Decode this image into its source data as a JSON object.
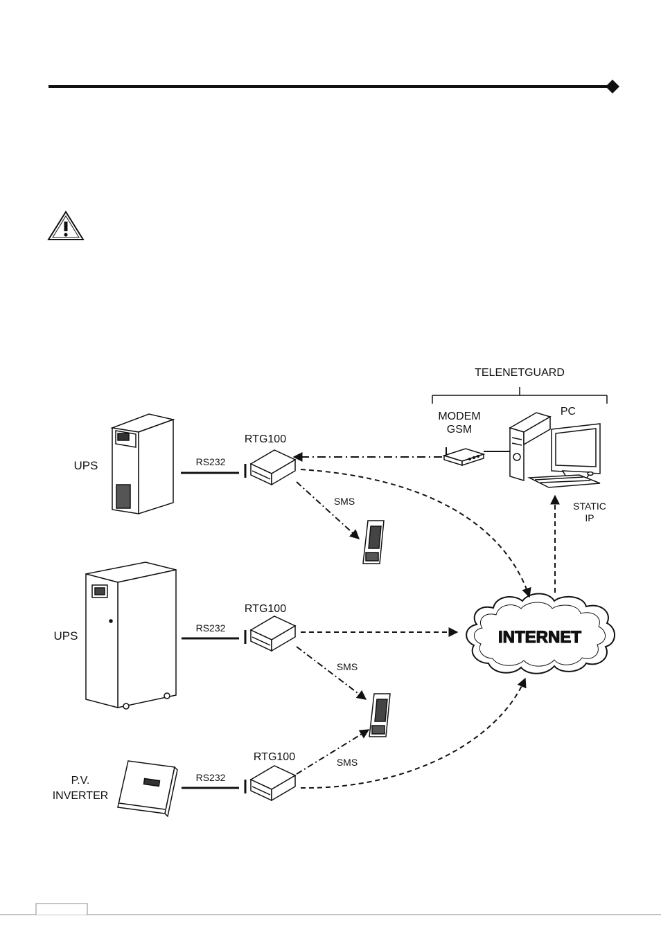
{
  "header": {
    "rule_marker": "diamond"
  },
  "warning": {
    "icon": "warning-triangle-icon"
  },
  "diagram": {
    "group_label": "TELENETGUARD",
    "modem_label_line1": "MODEM",
    "modem_label_line2": "GSM",
    "pc_label": "PC",
    "static_ip_line1": "STATIC",
    "static_ip_line2": "IP",
    "internet_label": "INTERNET",
    "devices": [
      {
        "label": "UPS",
        "link": "RS232",
        "gateway": "RTG100",
        "sms": "SMS"
      },
      {
        "label": "UPS",
        "link": "RS232",
        "gateway": "RTG100",
        "sms": "SMS"
      },
      {
        "label_line1": "P.V.",
        "label_line2": "INVERTER",
        "link": "RS232",
        "gateway": "RTG100",
        "sms": "SMS"
      }
    ]
  }
}
